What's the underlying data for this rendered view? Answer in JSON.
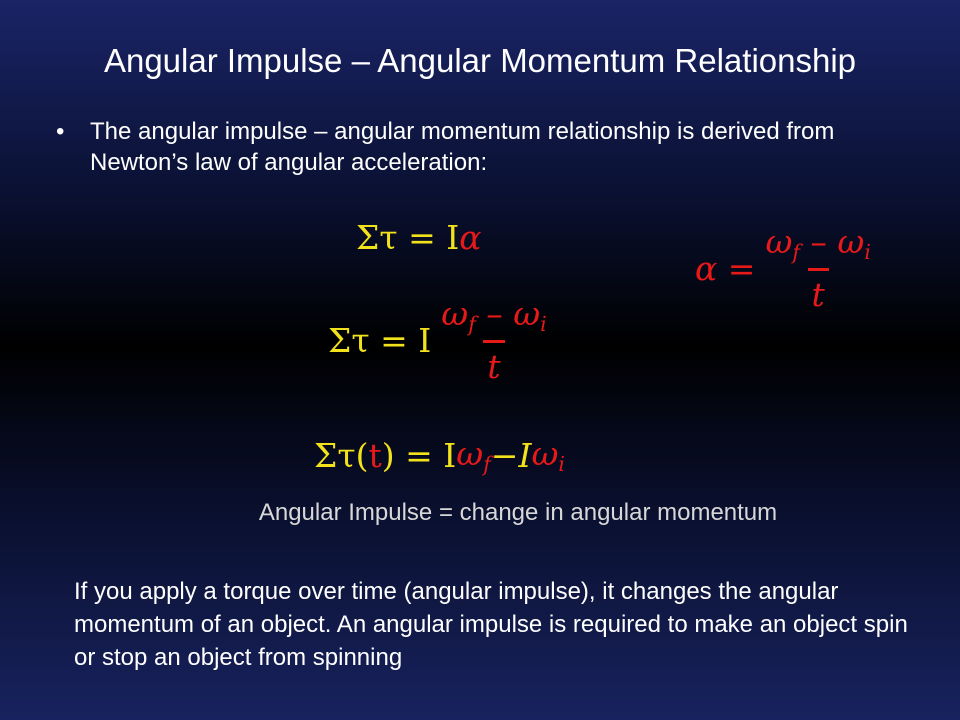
{
  "slide": {
    "title": "Angular Impulse – Angular Momentum Relationship",
    "bullet_marker": "•",
    "bullet_text": "The angular impulse – angular momentum relationship is derived from Newton’s law of angular acceleration:",
    "eq1": {
      "lhs": "Στ = I",
      "rhs": "α"
    },
    "eq2": {
      "lhs": "α =",
      "num": "ω",
      "sub_f": "f",
      "minus": " – ",
      "num2": "ω",
      "sub_i": "i",
      "den": "t"
    },
    "eq3": {
      "lhs": "Στ = I",
      "num": "ω",
      "sub_f": "f",
      "minus": " – ",
      "num2": "ω",
      "sub_i": "i",
      "den": "t"
    },
    "eq4": {
      "lhs1": "Στ(",
      "t": "t",
      "lhs2": ") = I",
      "w": "ω",
      "sub_f": "f",
      "minus": " − ",
      "I2": "I",
      "w2": "ω",
      "sub_i": "i"
    },
    "note": "Angular Impulse = change in angular momentum",
    "paragraph": "If you apply a torque over time (angular impulse), it changes the angular momentum of an object.  An angular impulse is required to make an object spin or stop an object from spinning"
  },
  "colors": {
    "yellow": "#f2e21c",
    "red": "#e81919",
    "background_top": "#1a2466",
    "background_mid": "#000000"
  }
}
